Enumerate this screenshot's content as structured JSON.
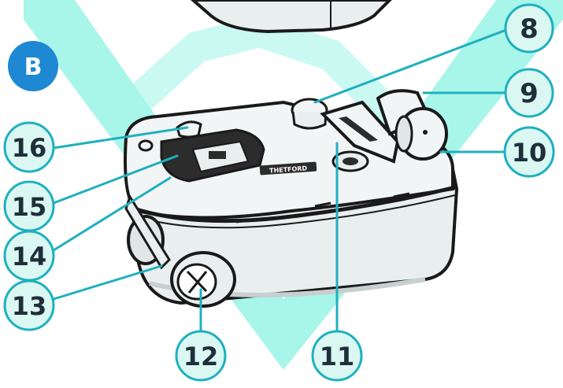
{
  "section_badge": {
    "label": "B",
    "color": "#1e88d2"
  },
  "brand_mark": "THETFORD",
  "callouts": [
    {
      "id": "8",
      "label": "8"
    },
    {
      "id": "9",
      "label": "9"
    },
    {
      "id": "10",
      "label": "10"
    },
    {
      "id": "11",
      "label": "11"
    },
    {
      "id": "12",
      "label": "12"
    },
    {
      "id": "13",
      "label": "13"
    },
    {
      "id": "14",
      "label": "14"
    },
    {
      "id": "15",
      "label": "15"
    },
    {
      "id": "16",
      "label": "16"
    }
  ],
  "colors": {
    "callout_fill": "#daf7f2",
    "callout_stroke": "#1fb0bf",
    "leader_line": "#1fb0bf",
    "watermark": "#7ff2df",
    "tank_fill": "#e9eeee",
    "outline": "#1a1a1a"
  }
}
